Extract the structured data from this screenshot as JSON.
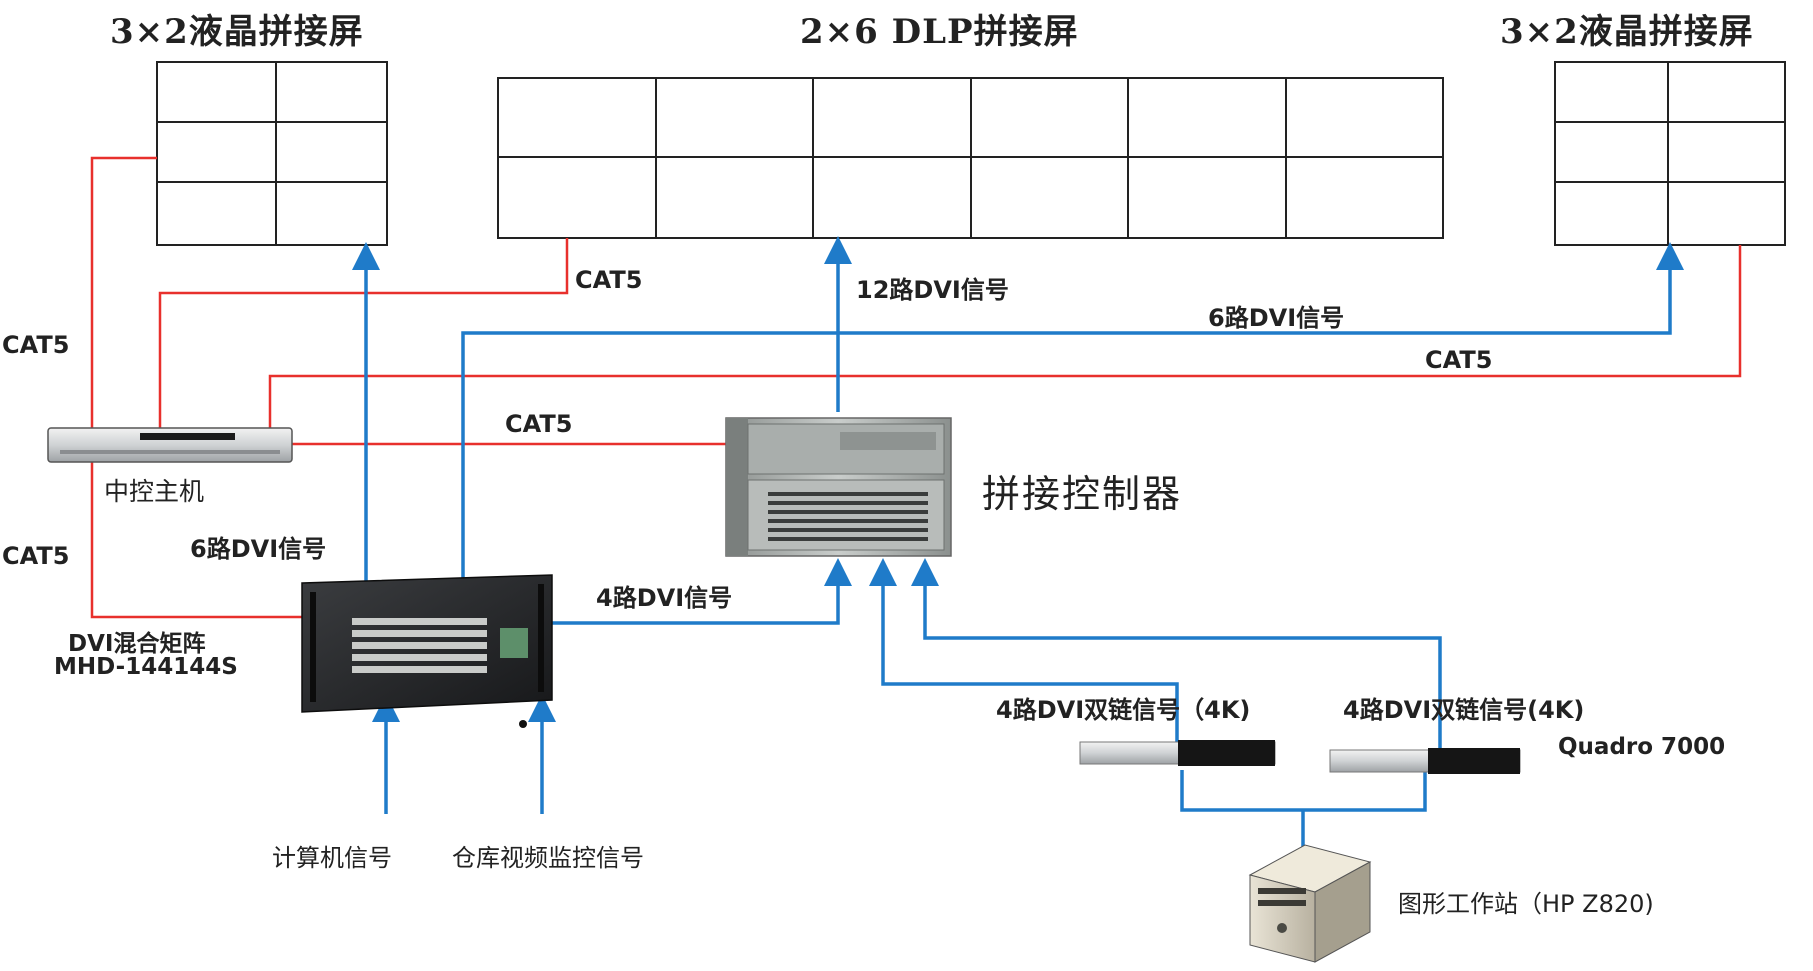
{
  "titles": {
    "left_lcd": "3×2液晶拼接屏",
    "dlp": "2×6 DLP拼接屏",
    "right_lcd": "3×2液晶拼接屏"
  },
  "labels": {
    "cat5_dlp": "CAT5",
    "dvi12": "12路DVI信号",
    "dvi6_right": "6路DVI信号",
    "cat5_right": "CAT5",
    "cat5_left_top": "CAT5",
    "cat5_mid": "CAT5",
    "central_host": "中控主机",
    "cat5_left_bottom": "CAT5",
    "dvi6_left": "6路DVI信号",
    "splicing_controller": "拼接控制器",
    "dvi4": "4路DVI信号",
    "matrix_line1": "DVI混合矩阵",
    "matrix_line2": "MHD-144144S",
    "dual_link_1": "4路DVI双链信号（4K)",
    "dual_link_2": "4路DVI双链信号(4K)",
    "gpu": "Quadro 7000",
    "computer_signal": "计算机信号",
    "cctv_signal": "仓库视频监控信号",
    "workstation": "图形工作站（HP Z820)"
  },
  "colors": {
    "dvi_line": "#1f7bc9",
    "cat5_line": "#e8302c",
    "screen_border": "#222222"
  }
}
